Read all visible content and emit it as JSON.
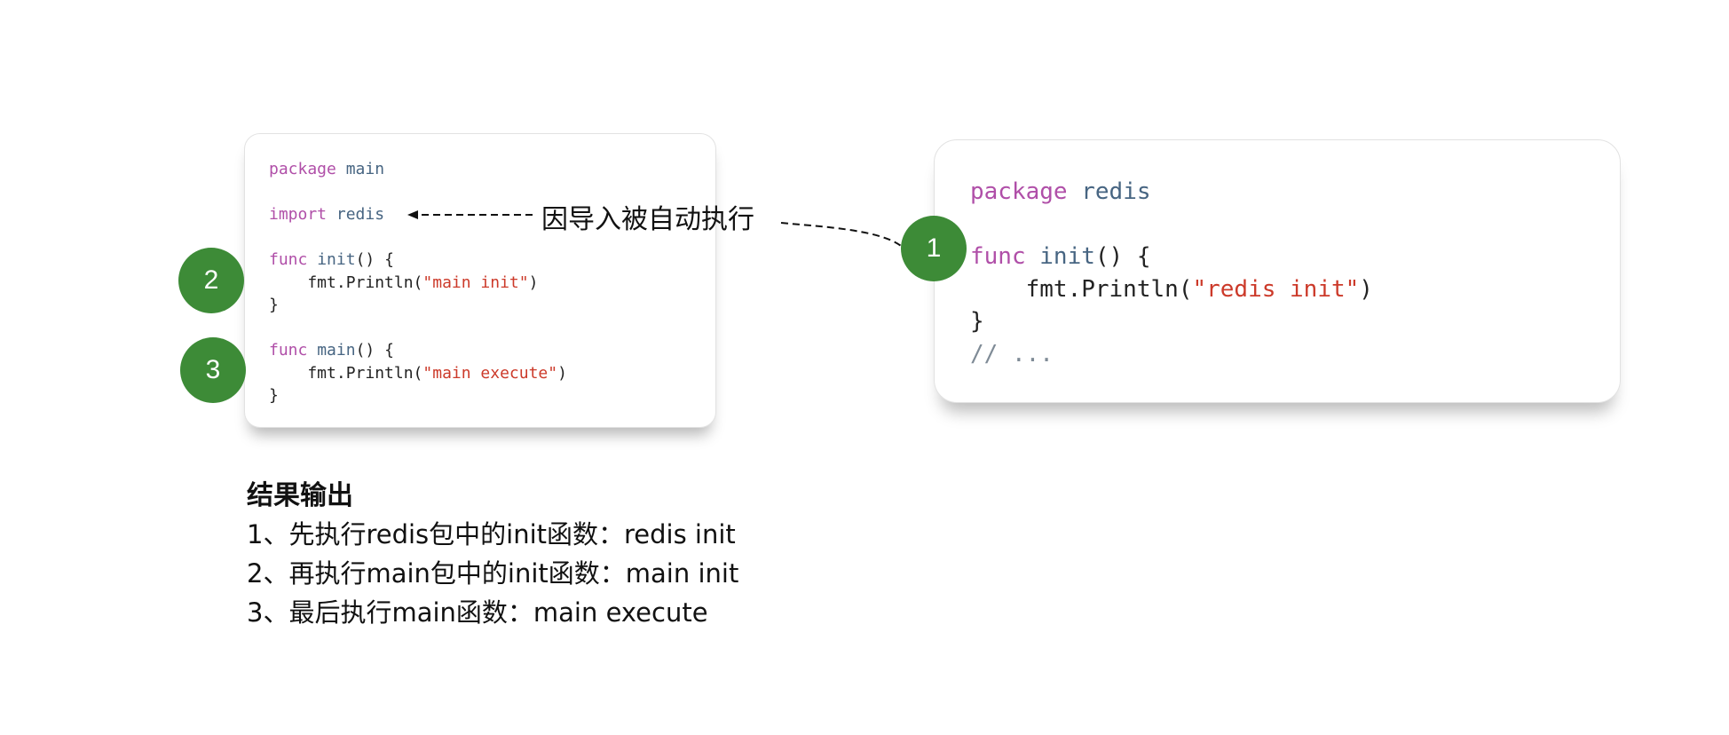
{
  "main_code": {
    "l1_kw": "package",
    "l1_id": "main",
    "l2_kw": "import",
    "l2_id": "redis",
    "l3_kw": "func",
    "l3_id": "init",
    "l3_rest": "() {",
    "l4_pre": "    fmt.Println(",
    "l4_str": "\"main init\"",
    "l4_post": ")",
    "l5": "}",
    "l6_kw": "func",
    "l6_id": "main",
    "l6_rest": "() {",
    "l7_pre": "    fmt.Println(",
    "l7_str": "\"main execute\"",
    "l7_post": ")",
    "l8": "}"
  },
  "redis_code": {
    "l1_kw": "package",
    "l1_id": "redis",
    "l2_kw": "func",
    "l2_id": "init",
    "l2_rest": "() {",
    "l3_pre": "    fmt.Println(",
    "l3_str": "\"redis init\"",
    "l3_post": ")",
    "l4": "}",
    "l5": "// ..."
  },
  "badges": {
    "one": "1",
    "two": "2",
    "three": "3"
  },
  "annotation": "因导入被自动执行",
  "result": {
    "title": "结果输出",
    "lines": [
      "1、先执行redis包中的init函数：redis init",
      "2、再执行main包中的init函数：main init",
      "3、最后执行main函数：main execute"
    ]
  },
  "colors": {
    "badge": "#3d8b37",
    "keyword": "#b04fa8",
    "identifier": "#476582",
    "string": "#cc3a2a"
  }
}
